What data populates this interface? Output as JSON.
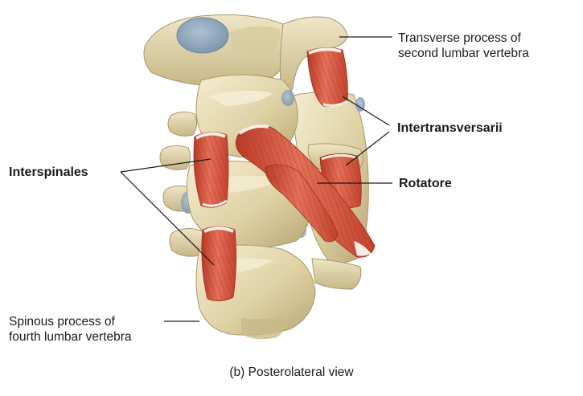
{
  "labels": {
    "transverse_line1": "Transverse process of",
    "transverse_line2": "second lumbar vertebra",
    "intertransversarii": "Intertransversarii",
    "interspinales": "Interspinales",
    "rotatore": "Rotatore",
    "spinous_line1": "Spinous process of",
    "spinous_line2": "fourth lumbar vertebra"
  },
  "caption": "(b) Posterolateral view",
  "colors": {
    "bone": "#e3d6ad",
    "bone_shadow": "#b9a878",
    "bone_light": "#f3ead0",
    "disc": "#8fa6bd",
    "muscle": "#cf4b36",
    "muscle_light": "#e88a6e",
    "tendon": "#f4eee4",
    "leader": "#1a1a1a"
  }
}
